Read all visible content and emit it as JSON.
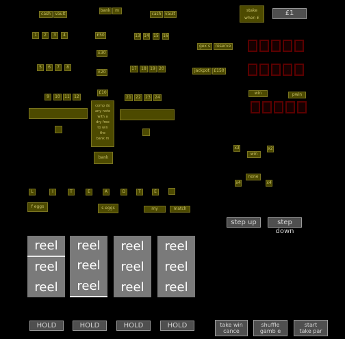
{
  "cash_vault": {
    "a": "cash",
    "b": "vault"
  },
  "bank": {
    "label": "bank",
    "value": "m"
  },
  "cash_vault2": {
    "a": "cash",
    "b": "vault"
  },
  "stake_when": {
    "line1": "stake",
    "line2": "when £"
  },
  "credit": "£1",
  "left_nums": [
    "1",
    "2",
    "3",
    "4",
    "5",
    "6",
    "7",
    "8",
    "9",
    "10",
    "11",
    "12"
  ],
  "right_nums": [
    "13",
    "14",
    "15",
    "16",
    "17",
    "18",
    "19",
    "20",
    "21",
    "22",
    "23",
    "24"
  ],
  "prices": [
    "£50",
    "£30",
    "£20",
    "£10"
  ],
  "bank_panel": {
    "line1": "comp do",
    "line2": "any note",
    "line3": "with a",
    "line4": "dry free",
    "line5": "to win",
    "line6": "the",
    "line7": "bank m"
  },
  "bank_btn": "bank",
  "gex_reserve": {
    "a": "gex s",
    "b": "reserve"
  },
  "jackpot": {
    "a": "jackpot",
    "b": "£150"
  },
  "win": "win",
  "pwin": "pwin",
  "ladder": {
    "x3": "x3",
    "x2": "x2",
    "win": "win",
    "none": "none",
    "x4": "x4",
    "xb": "x4"
  },
  "letters": [
    "L",
    "I",
    "T",
    "E",
    "A",
    "D",
    "T",
    "E"
  ],
  "feature_left": "f eggs",
  "feature_mid": "s eggs",
  "feature_my": "my",
  "feature_match": "match",
  "step_up": "step up",
  "step_down": "step down",
  "reels": [
    [
      "reel",
      "reel",
      "reel"
    ],
    [
      "reel",
      "reel",
      "reel"
    ],
    [
      "reel",
      "reel",
      "reel"
    ],
    [
      "reel",
      "reel",
      "reel"
    ]
  ],
  "hold_labels": [
    "HOLD",
    "HOLD",
    "HOLD",
    "HOLD"
  ],
  "takewin": {
    "l1": "take win",
    "l2": "cance"
  },
  "shuffle": {
    "l1": "shuffle",
    "l2": "gamb e"
  },
  "start": {
    "l1": "start",
    "l2": "take par"
  }
}
